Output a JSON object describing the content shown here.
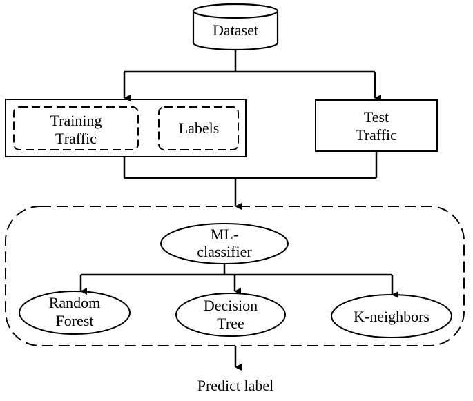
{
  "diagram": {
    "nodes": {
      "dataset": {
        "label": "Dataset"
      },
      "training_traffic": {
        "line1": "Training",
        "line2": "Traffic"
      },
      "labels": {
        "label": "Labels"
      },
      "test_traffic": {
        "line1": "Test",
        "line2": "Traffic"
      },
      "ml_classifier": {
        "line1": "ML-",
        "line2": "classifier"
      },
      "random_forest": {
        "line1": "Random",
        "line2": "Forest"
      },
      "decision_tree": {
        "line1": "Decision",
        "line2": "Tree"
      },
      "k_neighbors": {
        "label": "K-neighbors"
      },
      "predict_label": {
        "label": "Predict label"
      }
    },
    "colors": {
      "stroke": "#000000",
      "background": "#ffffff"
    }
  }
}
